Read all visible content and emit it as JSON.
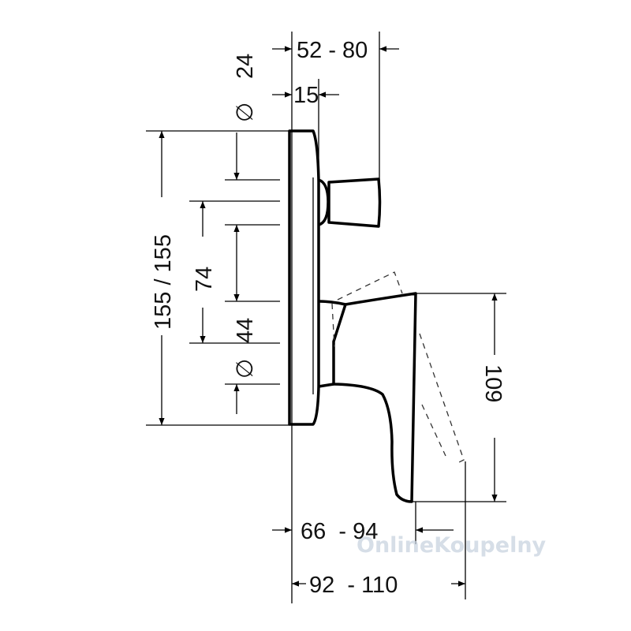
{
  "drawing": {
    "dimensions": {
      "top_depth": "52 - 80",
      "knob_offset": "15",
      "knob_diameter": "24",
      "lever_diameter": "44",
      "center_distance": "74",
      "plate_height": "155 / 155",
      "lever_height": "109",
      "lever_projection": "66  - 94",
      "total_projection": "92  - 110",
      "diameter_symbol": "∅"
    },
    "watermark": "OnlineKoupelny"
  }
}
